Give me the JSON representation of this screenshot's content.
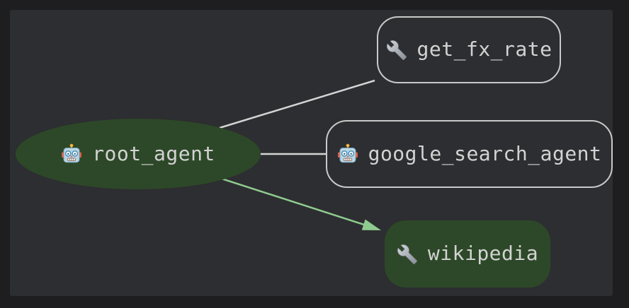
{
  "view": {
    "name": "agent-graph",
    "panel_background": "#2d2e31",
    "frame_color": "#1e1e20",
    "node_text_color": "#d2d3d2"
  },
  "graph": {
    "nodes": [
      {
        "id": "root_agent",
        "label": "root_agent",
        "icon": "robot-icon",
        "shape": "ellipse",
        "fill": "#2d4828",
        "highlighted": true
      },
      {
        "id": "get_fx_rate",
        "label": "get_fx_rate",
        "icon": "wrench-icon",
        "shape": "rounded-rect",
        "fill": "none",
        "border_color": "#c9c9c9",
        "highlighted": false
      },
      {
        "id": "google_search_agent",
        "label": "google_search_agent",
        "icon": "robot-icon",
        "shape": "rounded-rect",
        "fill": "none",
        "border_color": "#c9c9c9",
        "highlighted": false
      },
      {
        "id": "wikipedia",
        "label": "wikipedia",
        "icon": "wrench-icon",
        "shape": "rounded-rect",
        "fill": "#2d4828",
        "highlighted": true
      }
    ],
    "edges": [
      {
        "from": "root_agent",
        "to": "get_fx_rate",
        "color": "#d4d4d4",
        "arrow": false,
        "highlighted": false
      },
      {
        "from": "root_agent",
        "to": "google_search_agent",
        "color": "#d4d4d4",
        "arrow": false,
        "highlighted": false
      },
      {
        "from": "root_agent",
        "to": "wikipedia",
        "color": "#8fcb90",
        "arrow": true,
        "highlighted": true
      }
    ]
  }
}
